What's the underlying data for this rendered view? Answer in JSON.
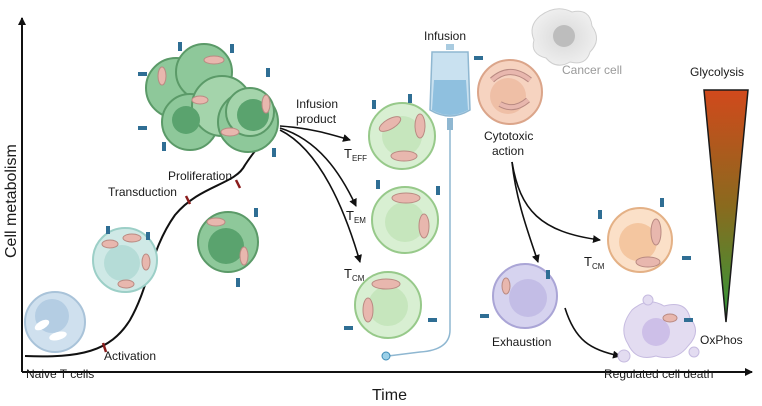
{
  "axes": {
    "y_label": "Cell metabolism",
    "x_label": "Time"
  },
  "labels": {
    "naive": "Naive T cells",
    "activation": "Activation",
    "transduction": "Transduction",
    "proliferation": "Proliferation",
    "infusion_product_line1": "Infusion",
    "infusion_product_line2": "product",
    "infusion": "Infusion",
    "cancer_cell": "Cancer cell",
    "cytotoxic_line1": "Cytotoxic",
    "cytotoxic_line2": "action",
    "teff_main": "T",
    "teff_sub": "EFF",
    "tem_main": "T",
    "tem_sub": "EM",
    "tcm_main": "T",
    "tcm_sub": "CM",
    "tcm2_main": "T",
    "tcm2_sub": "CM",
    "exhaustion": "Exhaustion",
    "regulated_death": "Regulated cell death",
    "glycolysis": "Glycolysis",
    "oxphos": "OxPhos"
  },
  "colors": {
    "naive_fill": "#cfe0ee",
    "activated_fill": "#cfe9e6",
    "prolif_fill": "#8ec89a",
    "prolif_nucleus": "#5aa36e",
    "memory_fill": "#d8efd2",
    "effector_fill": "#f6d3c0",
    "exhausted_fill": "#d6d3ef",
    "dead_fill": "#e3dcf1",
    "mito": "#e8b7ae",
    "car": "#2f6e94",
    "gradient_top": "#d1491c",
    "gradient_bottom": "#2f9a3b"
  }
}
